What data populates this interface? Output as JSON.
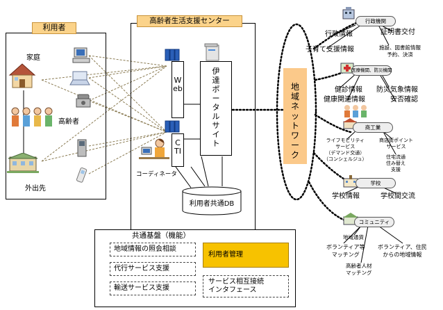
{
  "users_panel": {
    "title": "利用者",
    "home": "家庭",
    "elderly": "高齢者",
    "destination": "外出先"
  },
  "center": {
    "title": "高齢者生活支援センター",
    "web": "Web",
    "cti": "CTI",
    "portal": "伊達ポータルサイト",
    "coordinator": "コーディネータ",
    "db": "利用者共通DB"
  },
  "network": "地域ネットワーク",
  "platform": {
    "title": "共通基盤（機能）",
    "items": [
      "地域情報の照会相談",
      "代行サービス支援",
      "輸送サービス支援",
      "利用者管理",
      "サービス相互接続\nインタフェース"
    ]
  },
  "nodes": [
    {
      "name": "行政機関",
      "labels": [
        "行政情報",
        "証明書交付",
        "子育て支援情報",
        "施設、図書館情報\n予約、決済"
      ]
    },
    {
      "name": "医療機関、防災機関",
      "labels": [
        "健診情報",
        "防災気象情報",
        "健康関連情報",
        "安否確認"
      ]
    },
    {
      "name": "商工業",
      "labels": [
        "ライフモビリティ\nサービス\n（デマンド交通）\n（コンシェルジュ）",
        "商店街ポイント\nサービス",
        "住宅流通\n住み替え\n支援"
      ]
    },
    {
      "name": "学校",
      "labels": [
        "学校情報",
        "学校間交流"
      ]
    },
    {
      "name": "コミュニティ",
      "labels": [
        "地域通貨",
        "ボランティア等\nマッチング",
        "ボランティア、住民\nからの地域情報",
        "高齢者人材\nマッチング"
      ]
    }
  ]
}
